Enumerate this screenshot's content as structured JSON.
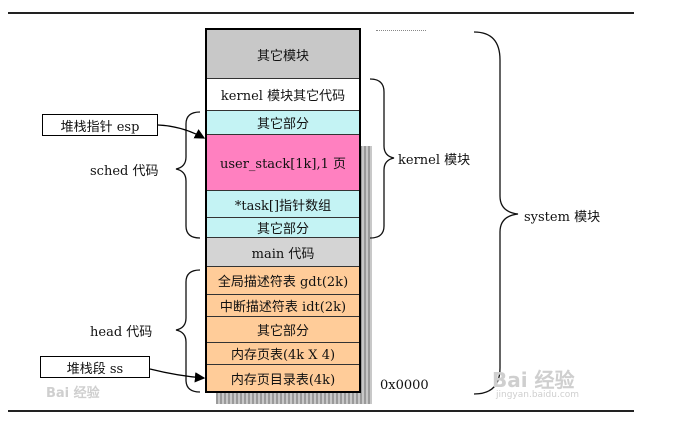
{
  "segments": [
    {
      "label": "其它模块",
      "color": "#c8c8c8"
    },
    {
      "label": "kernel 模块其它代码",
      "color": "#ffffff"
    },
    {
      "label": "其它部分",
      "color": "#c4f3f4"
    },
    {
      "label": "user_stack[1k],1 页",
      "color": "#ff80c0"
    },
    {
      "label": "*task[]指针数组",
      "color": "#c4f3f4"
    },
    {
      "label": "其它部分",
      "color": "#c4f3f4"
    },
    {
      "label": "main 代码",
      "color": "#d4d4d4"
    },
    {
      "label": "全局描述符表 gdt(2k)",
      "color": "#ffcc99"
    },
    {
      "label": "中断描述符表 idt(2k)",
      "color": "#ffcc99"
    },
    {
      "label": "其它部分",
      "color": "#ffcc99"
    },
    {
      "label": "内存页表(4k X 4)",
      "color": "#ffcc99"
    },
    {
      "label": "内存页目录表(4k)",
      "color": "#ffcc99"
    }
  ],
  "labels": {
    "esp_box": "堆栈指针 esp",
    "ss_box": "堆栈段 ss",
    "sched": "sched 代码",
    "head": "head 代码",
    "kernel": "kernel 模块",
    "system": "system 模块",
    "address": "0x0000"
  },
  "watermark": {
    "left": "Bai 经验",
    "right": "Bai 经验",
    "right_url": "jingyan.baidu.com"
  }
}
